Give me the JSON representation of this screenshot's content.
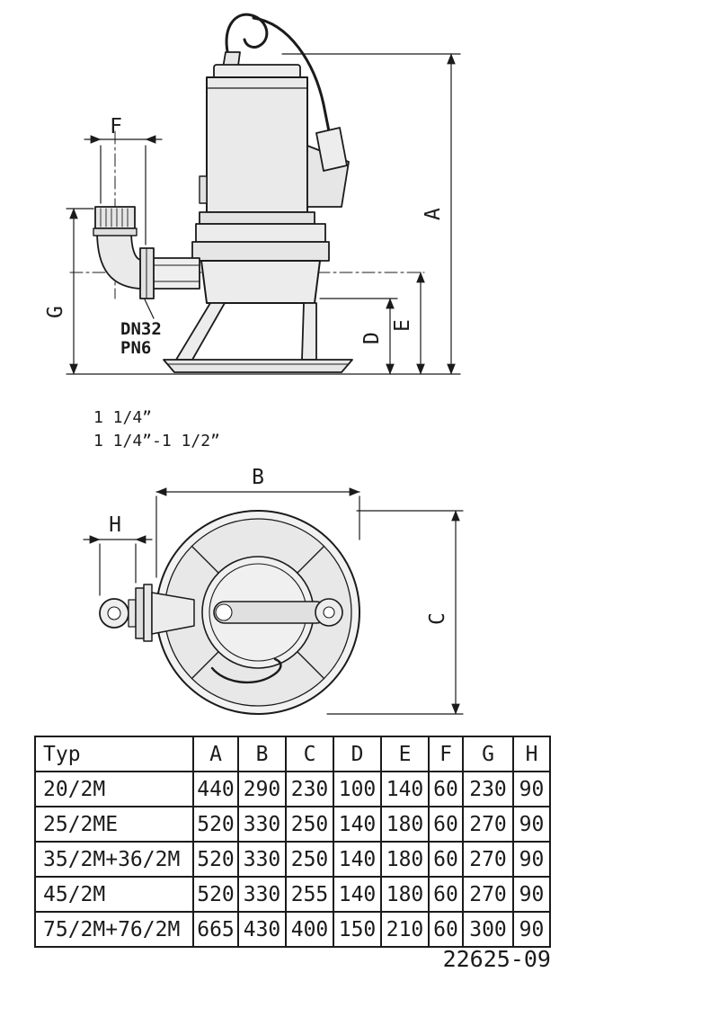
{
  "drawing": {
    "dim_labels": {
      "A": "A",
      "B": "B",
      "C": "C",
      "D": "D",
      "E": "E",
      "F": "F",
      "G": "G",
      "H": "H"
    },
    "flange_note": {
      "line1": "DN32",
      "line2": "PN6"
    },
    "thread_notes": {
      "line1": "1 1/4”",
      "line2": "1 1/4”-1 1/2”"
    },
    "number": "22625-09"
  },
  "table": {
    "headers": [
      "Typ",
      "A",
      "B",
      "C",
      "D",
      "E",
      "F",
      "G",
      "H"
    ],
    "rows": [
      [
        "20/2M",
        "440",
        "290",
        "230",
        "100",
        "140",
        "60",
        "230",
        "90"
      ],
      [
        "25/2ME",
        "520",
        "330",
        "250",
        "140",
        "180",
        "60",
        "270",
        "90"
      ],
      [
        "35/2M+36/2M",
        "520",
        "330",
        "250",
        "140",
        "180",
        "60",
        "270",
        "90"
      ],
      [
        "45/2M",
        "520",
        "330",
        "255",
        "140",
        "180",
        "60",
        "270",
        "90"
      ],
      [
        "75/2M+76/2M",
        "665",
        "430",
        "400",
        "150",
        "210",
        "60",
        "300",
        "90"
      ]
    ]
  }
}
